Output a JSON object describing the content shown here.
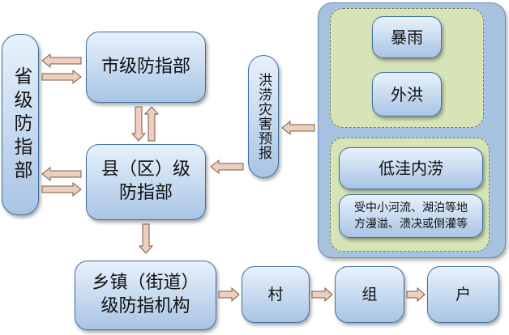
{
  "nodes": {
    "province": "省级防指部",
    "city": "市级防指部",
    "county_line1": "县（区）级",
    "county_line2": "防指部",
    "forecast": "洪涝灾害预报",
    "township_line1": "乡镇（街道）",
    "township_line2": "级防指机构",
    "village": "村",
    "group": "组",
    "household": "户"
  },
  "sources": {
    "rainstorm": "暴雨",
    "external_flood": "外洪",
    "lowland_waterlogging": "低洼内涝",
    "note_line1": "受中小河流、湖泊等地",
    "note_line2": "方漫溢、溃决或倒灌等"
  },
  "colors": {
    "box_fill": "#c5d9ef",
    "box_border": "#3f6f9f",
    "panel_fill": "#a7c1e0",
    "inner_fill": "#d6e4b8",
    "arrow_fill": "#e9c6b0",
    "arrow_stroke": "#7a5a48"
  }
}
